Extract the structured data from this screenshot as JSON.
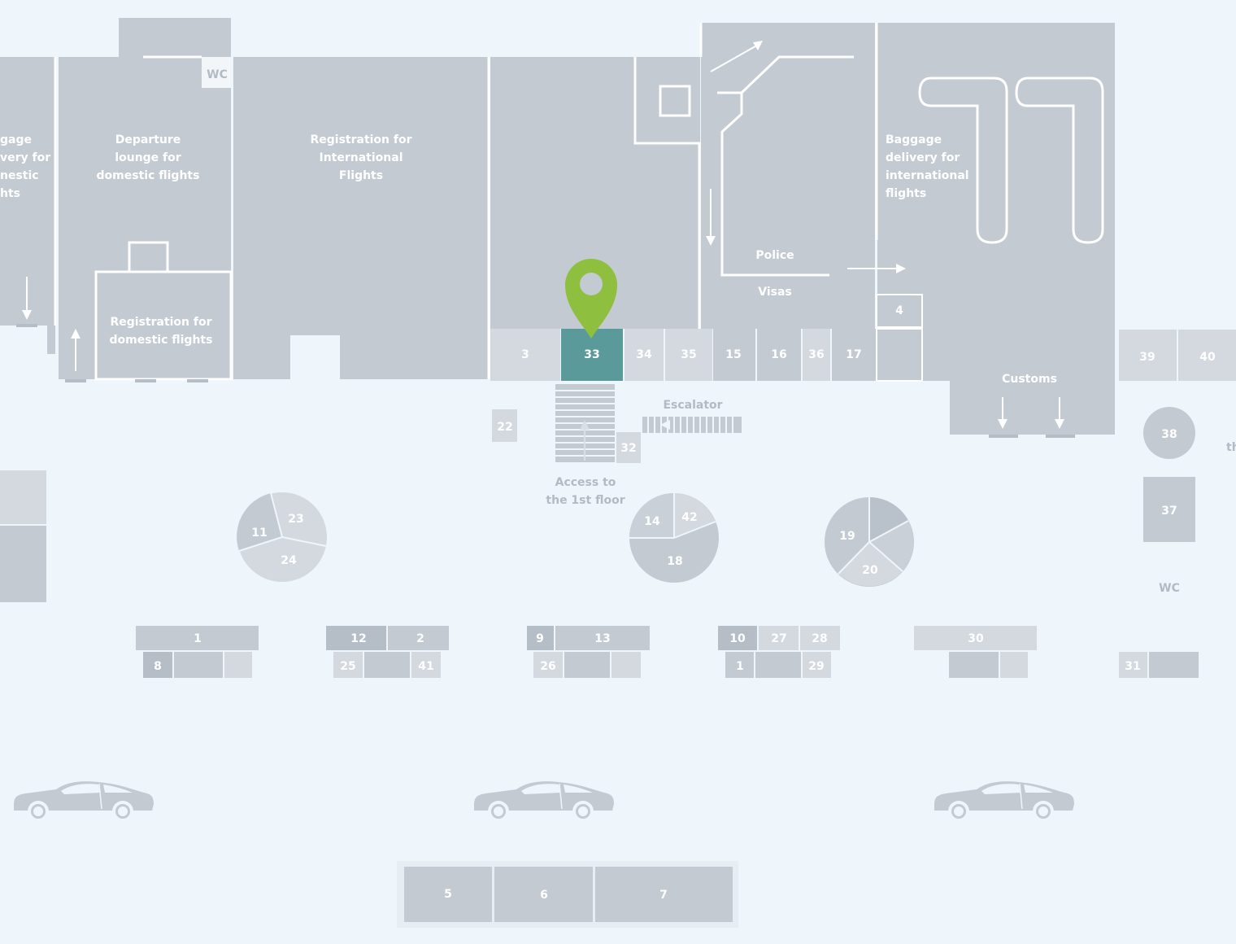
{
  "map": {
    "rooms": {
      "baggage_domestic": "gage\nvery for\nnestic\nhts",
      "departure_lounge": "Departure\nlounge for\ndomestic flights",
      "wc_top": "WC",
      "registration_international": "Registration for\nInternational\nFlights",
      "registration_domestic": "Registration for\ndomestic flights",
      "police": "Police",
      "visas": "Visas",
      "baggage_international": "Baggage\ndelivery for\ninternational\nflights",
      "customs": "Customs",
      "escalator": "Escalator",
      "access_first_floor": "Access to\nthe 1st floor",
      "wc_right": "WC",
      "edge_text": "th"
    },
    "stalls": {
      "s3": "3",
      "s33": "33",
      "s34": "34",
      "s35": "35",
      "s15": "15",
      "s16": "16",
      "s36": "36",
      "s17": "17",
      "s4": "4",
      "s39": "39",
      "s40": "40",
      "s22": "22",
      "s32": "32",
      "s38": "38",
      "s37": "37",
      "s31": "31",
      "p11": "11",
      "p23": "23",
      "p24": "24",
      "p14": "14",
      "p42": "42",
      "p18": "18",
      "p19": "19",
      "p20": "20",
      "r1": "1",
      "r8": "8",
      "r12": "12",
      "r2": "2",
      "r25": "25",
      "r41": "41",
      "r9": "9",
      "r13": "13",
      "r26": "26",
      "r10": "10",
      "r27": "27",
      "r28": "28",
      "r1b": "1",
      "r29": "29",
      "r30": "30",
      "b5": "5",
      "b6": "6",
      "b7": "7"
    },
    "selected_stall": "33",
    "colors": {
      "background": "#eef6fc",
      "building": "#c3cad2",
      "selected": "#5a9a9b",
      "marker": "#8ebf3e"
    },
    "icons": [
      "location-pin-icon",
      "car-icon"
    ]
  }
}
